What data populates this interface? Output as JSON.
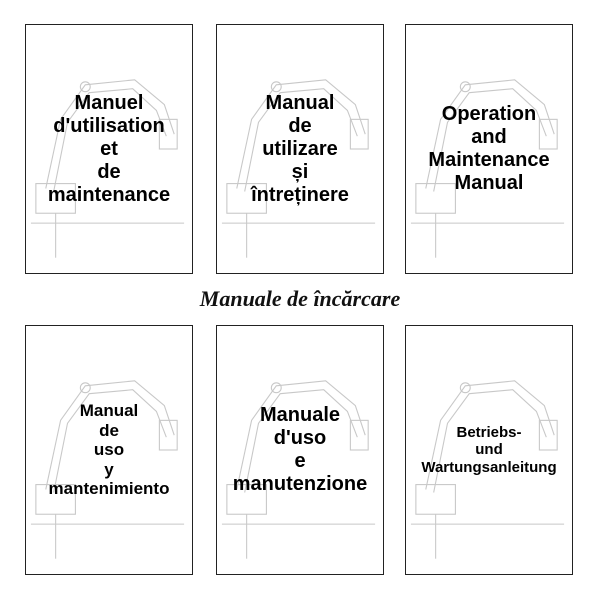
{
  "heading": "Manuale de încărcare",
  "manuals": [
    {
      "lines": [
        "Manuel",
        "d'utilisation",
        "et",
        "de",
        "maintenance"
      ]
    },
    {
      "lines": [
        "Manual",
        "de",
        "utilizare",
        "și",
        "întreținere"
      ]
    },
    {
      "lines": [
        "Operation",
        "and",
        "Maintenance",
        "Manual"
      ]
    },
    {
      "lines": [
        "Manual",
        "de",
        "uso",
        "y",
        "mantenimiento"
      ]
    },
    {
      "lines": [
        "Manuale",
        "d'uso",
        "e",
        "manutenzione"
      ]
    },
    {
      "lines": [
        "Betriebs-",
        "und",
        "Wartungsanleitung"
      ]
    }
  ]
}
